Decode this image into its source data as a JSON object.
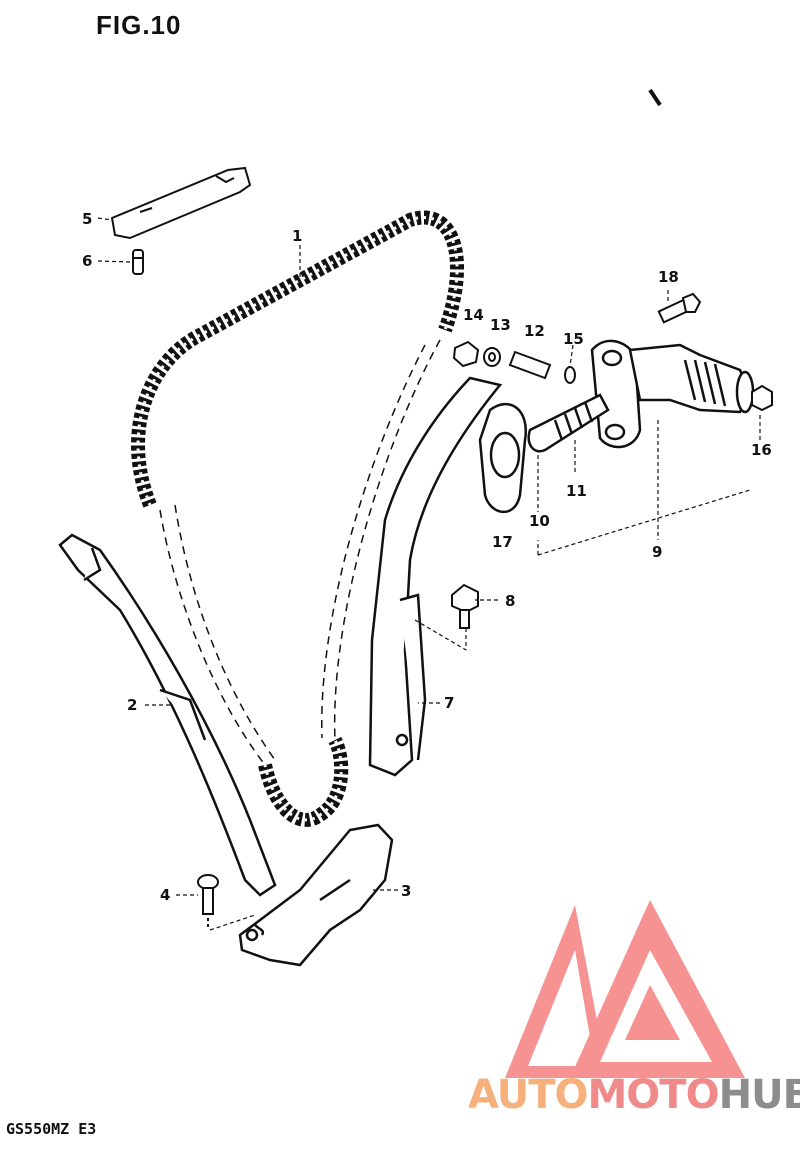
{
  "figure": {
    "title": "FIG.10",
    "model_code": "GS550MZ  E3"
  },
  "callouts": [
    {
      "id": "1",
      "label": "1"
    },
    {
      "id": "2",
      "label": "2"
    },
    {
      "id": "3",
      "label": "3"
    },
    {
      "id": "4",
      "label": "4"
    },
    {
      "id": "5",
      "label": "5"
    },
    {
      "id": "6",
      "label": "6"
    },
    {
      "id": "7",
      "label": "7"
    },
    {
      "id": "8",
      "label": "8"
    },
    {
      "id": "9",
      "label": "9"
    },
    {
      "id": "10",
      "label": "10"
    },
    {
      "id": "11",
      "label": "11"
    },
    {
      "id": "12",
      "label": "12"
    },
    {
      "id": "13",
      "label": "13"
    },
    {
      "id": "14",
      "label": "14"
    },
    {
      "id": "15",
      "label": "15"
    },
    {
      "id": "16",
      "label": "16"
    },
    {
      "id": "17",
      "label": "17"
    },
    {
      "id": "18",
      "label": "18"
    }
  ],
  "watermark": {
    "part1": "AUTO",
    "part2": "MOTO",
    "part3": "HUB",
    "colors": {
      "part1": "#f6b07c",
      "part2": "#f08a8a",
      "part3": "#8d8d8d",
      "logo": "#f58080"
    }
  }
}
